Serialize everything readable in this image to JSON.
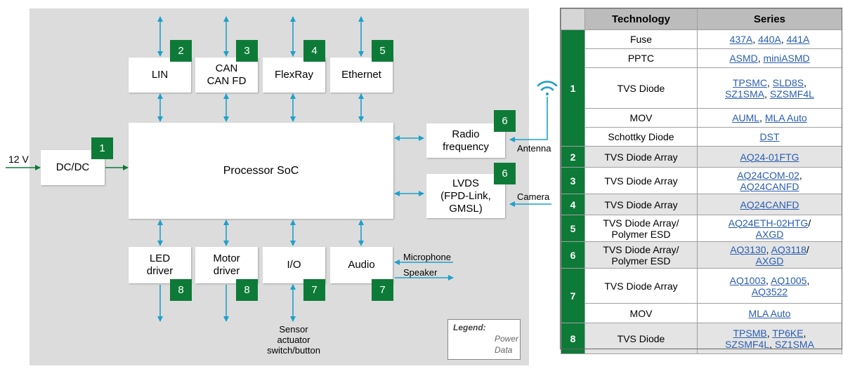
{
  "diagram": {
    "boxes": {
      "dcdc": {
        "label": "DC/DC",
        "badge": "1"
      },
      "lin": {
        "label": "LIN",
        "badge": "2"
      },
      "can": {
        "label": "CAN\nCAN FD",
        "badge": "3"
      },
      "flexray": {
        "label": "FlexRay",
        "badge": "4"
      },
      "ethernet": {
        "label": "Ethernet",
        "badge": "5"
      },
      "soc": {
        "label": "Processor SoC"
      },
      "radio": {
        "label": "Radio\nfrequency",
        "badge": "6"
      },
      "lvds": {
        "label": "LVDS\n(FPD-Link,\nGMSL)",
        "badge": "6"
      },
      "led": {
        "label": "LED\ndriver",
        "badge": "8"
      },
      "motor": {
        "label": "Motor\ndriver",
        "badge": "8"
      },
      "io": {
        "label": "I/O",
        "badge": "7"
      },
      "audio": {
        "label": "Audio",
        "badge": "7"
      }
    },
    "labels": {
      "input_voltage": "12 V",
      "antenna": "Antenna",
      "camera": "Camera",
      "microphone": "Microphone",
      "speaker": "Speaker",
      "sensor": "Sensor\nactuator\nswitch/button"
    },
    "legend": {
      "title": "Legend:",
      "power": "Power",
      "data": "Data"
    },
    "colors": {
      "power": "#0e7a38",
      "data": "#1fa0c8",
      "badge": "#0e7a38"
    }
  },
  "table": {
    "headers": {
      "technology": "Technology",
      "series": "Series"
    },
    "groups": [
      {
        "num": "1",
        "rows": [
          {
            "tech": "Fuse",
            "series": [
              "437A",
              "440A",
              "441A"
            ]
          },
          {
            "tech": "PPTC",
            "series": [
              "ASMD",
              "miniASMD"
            ]
          },
          {
            "tech": "TVS Diode",
            "series": [
              "TPSMC",
              "SLD8S",
              "SZ1SMA",
              "SZSMF4L"
            ]
          },
          {
            "tech": "MOV",
            "series": [
              "AUML",
              "MLA Auto"
            ]
          },
          {
            "tech": "Schottky Diode",
            "series": [
              "DST"
            ]
          }
        ]
      },
      {
        "num": "2",
        "rows": [
          {
            "tech": "TVS Diode Array",
            "series": [
              "AQ24-01FTG"
            ]
          }
        ]
      },
      {
        "num": "3",
        "rows": [
          {
            "tech": "TVS Diode Array",
            "series": [
              "AQ24COM-02",
              "AQ24CANFD"
            ]
          }
        ]
      },
      {
        "num": "4",
        "rows": [
          {
            "tech": "TVS Diode Array",
            "series": [
              "AQ24CANFD"
            ]
          }
        ]
      },
      {
        "num": "5",
        "rows": [
          {
            "tech": "TVS Diode Array/\nPolymer ESD",
            "series": [
              "AQ24ETH-02HTG",
              "AXGD"
            ]
          }
        ]
      },
      {
        "num": "6",
        "rows": [
          {
            "tech": "TVS Diode Array/\nPolymer ESD",
            "series": [
              "AQ3130",
              "AQ3118",
              "AXGD"
            ]
          }
        ]
      },
      {
        "num": "7",
        "rows": [
          {
            "tech": "TVS Diode Array",
            "series": [
              "AQ1003",
              "AQ1005",
              "AQ3522"
            ]
          },
          {
            "tech": "MOV",
            "series": [
              "MLA Auto"
            ]
          }
        ]
      },
      {
        "num": "8",
        "rows": [
          {
            "tech": "TVS Diode",
            "series": [
              "TPSMB",
              "TP6KE",
              "SZSMF4L",
              "SZ1SMA"
            ]
          }
        ]
      }
    ]
  }
}
